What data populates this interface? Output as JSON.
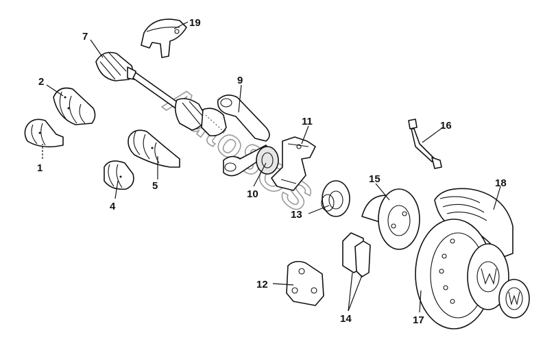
{
  "watermark": {
    "text": "AutoSOS",
    "color": "#9a9a9a"
  },
  "labels": [
    {
      "id": "1",
      "text": "1"
    },
    {
      "id": "2",
      "text": "2"
    },
    {
      "id": "4",
      "text": "4"
    },
    {
      "id": "5",
      "text": "5"
    },
    {
      "id": "7",
      "text": "7"
    },
    {
      "id": "9",
      "text": "9"
    },
    {
      "id": "10",
      "text": "10"
    },
    {
      "id": "11",
      "text": "11"
    },
    {
      "id": "12",
      "text": "12"
    },
    {
      "id": "13",
      "text": "13"
    },
    {
      "id": "14",
      "text": "14"
    },
    {
      "id": "15",
      "text": "15"
    },
    {
      "id": "16",
      "text": "16"
    },
    {
      "id": "17",
      "text": "17"
    },
    {
      "id": "18",
      "text": "18"
    },
    {
      "id": "19",
      "text": "19"
    }
  ]
}
